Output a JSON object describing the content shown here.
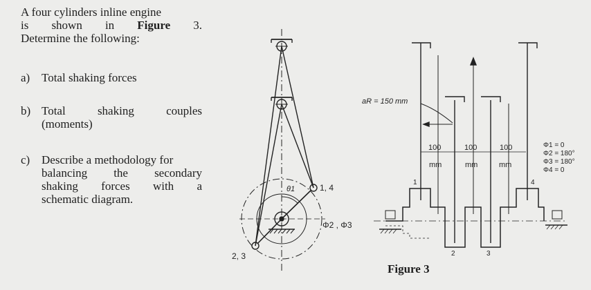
{
  "question": {
    "line1": "A four cylinders inline engine",
    "line2_words": [
      "is",
      "shown",
      "in",
      "Figure",
      "3."
    ],
    "line3": "Determine the following:"
  },
  "parts": {
    "a": {
      "label": "a)",
      "text": "Total shaking forces"
    },
    "b": {
      "label": "b)",
      "line1_words": [
        "Total",
        "shaking",
        "couples"
      ],
      "line2": "(moments)"
    },
    "c": {
      "label": "c)",
      "line1": "Describe a methodology for",
      "line2_words": [
        "balancing",
        "the",
        "secondary"
      ],
      "line3_words": [
        "shaking",
        "forces",
        "with",
        "a"
      ],
      "line4": "schematic diagram."
    }
  },
  "figure": {
    "caption": "Figure 3",
    "crank": {
      "theta_label": "θ1",
      "label_14": "1, 4",
      "label_phi": "Φ2 , Φ3",
      "label_23": "2, 3"
    },
    "crankshaft": {
      "aR_label": "aR = 150 mm",
      "spacings": [
        {
          "value": "100",
          "unit": "mm"
        },
        {
          "value": "100",
          "unit": "mm"
        },
        {
          "value": "100",
          "unit": "mm"
        }
      ],
      "throw_labels": [
        "1",
        "2",
        "3",
        "4"
      ],
      "phases": [
        "Φ1 = 0",
        "Φ2 = 180°",
        "Φ3 = 180°",
        "Φ4 = 0"
      ]
    }
  }
}
